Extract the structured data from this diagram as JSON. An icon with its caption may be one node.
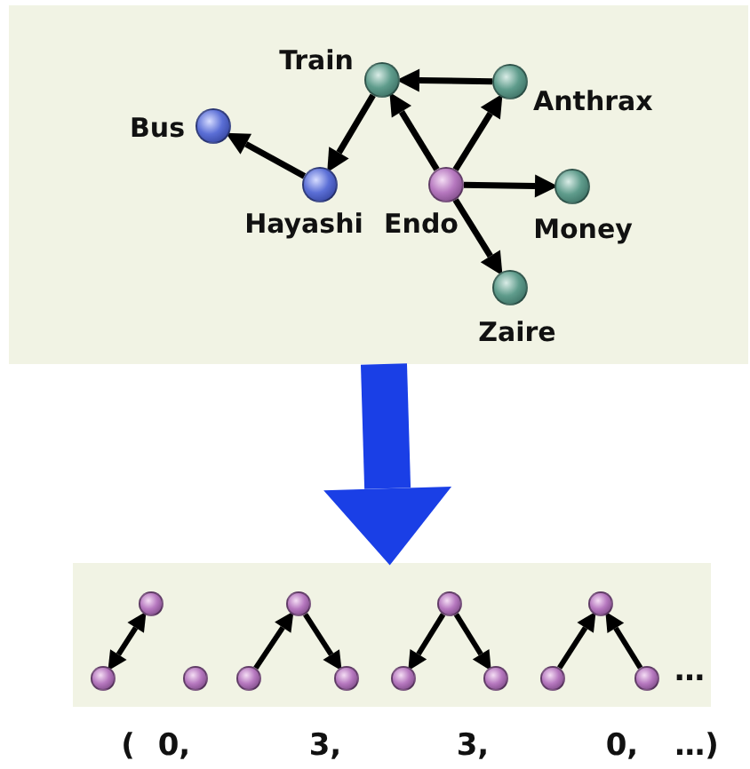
{
  "diagram": {
    "nodes": [
      {
        "text": [],
        "shape": "box"
      },
      {
        "text": [
          "Train"
        ],
        "in": 0
      },
      {
        "text": [
          "Anthrax"
        ],
        "in": 0
      },
      {
        "text": [
          "Bus"
        ],
        "in": 0
      },
      {
        "text": [
          "Hayashi"
        ],
        "in": 0
      },
      {
        "text": [
          "Endo"
        ],
        "in": 0
      },
      {
        "text": [
          "Money"
        ],
        "in": 0
      },
      {
        "text": [
          "Zaire"
        ],
        "in": 0
      },
      {
        "text": [],
        "shape": "box"
      },
      {
        "text": [],
        "shape": "circle",
        "in": 8
      },
      {
        "text": [],
        "shape": "circle",
        "in": 8
      },
      {
        "text": [],
        "shape": "circle",
        "in": 8
      },
      {
        "text": [],
        "shape": "circle",
        "in": 8
      },
      {
        "text": [],
        "shape": "circle",
        "in": 8
      },
      {
        "text": [],
        "shape": "circle",
        "in": 8
      },
      {
        "text": [],
        "shape": "circle",
        "in": 8
      },
      {
        "text": [],
        "shape": "circle",
        "in": 8
      },
      {
        "text": [],
        "shape": "circle",
        "in": 8
      },
      {
        "text": [],
        "shape": "circle",
        "in": 8
      },
      {
        "text": [],
        "shape": "circle",
        "in": 8
      },
      {
        "text": [],
        "shape": "circle",
        "in": 8
      }
    ],
    "edges": [
      {
        "from": 2,
        "to": 1,
        "arrow": "to"
      },
      {
        "from": 1,
        "to": 4,
        "arrow": "to"
      },
      {
        "from": 4,
        "to": 3,
        "arrow": "to"
      },
      {
        "from": 5,
        "to": 1,
        "arrow": "to"
      },
      {
        "from": 5,
        "to": 2,
        "arrow": "to"
      },
      {
        "from": 5,
        "to": 6,
        "arrow": "to"
      },
      {
        "from": 5,
        "to": 7,
        "arrow": "to"
      },
      {
        "from": 0,
        "to": 8,
        "arrow": "to",
        "style": "thick",
        "color": "#1a3fe6"
      },
      {
        "from": 9,
        "to": 10,
        "arrow": "both"
      },
      {
        "from": 12,
        "to": 13,
        "arrow": "to"
      },
      {
        "from": 13,
        "to": 14,
        "arrow": "to"
      },
      {
        "from": 16,
        "to": 15,
        "arrow": "to"
      },
      {
        "from": 16,
        "to": 17,
        "arrow": "to"
      },
      {
        "from": 18,
        "to": 19,
        "arrow": "to"
      },
      {
        "from": 20,
        "to": 19,
        "arrow": "to"
      }
    ],
    "labels": [
      "…",
      "(",
      "0,",
      "3,",
      "3,",
      "0,",
      "…)"
    ]
  }
}
